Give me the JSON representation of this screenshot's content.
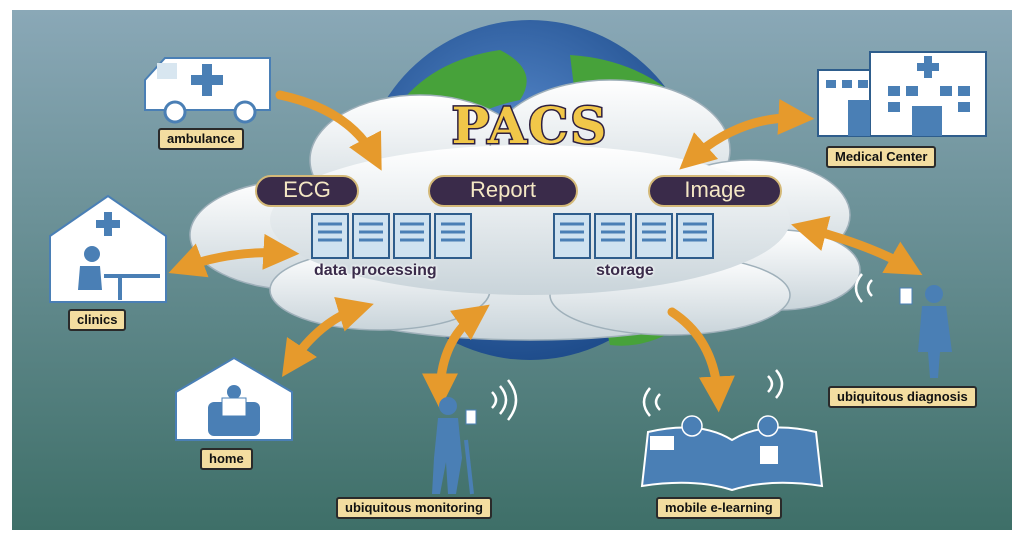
{
  "title": "PACS",
  "modules": {
    "ecg": "ECG",
    "report": "Report",
    "image": "Image"
  },
  "cloud_labels": {
    "data_processing": "data processing",
    "storage": "storage"
  },
  "nodes": {
    "ambulance": "ambulance",
    "medical_center": "Medical Center",
    "clinics": "clinics",
    "home": "home",
    "ubiquitous_monitoring": "ubiquitous monitoring",
    "mobile_elearning": "mobile e-learning",
    "ubiquitous_diagnosis": "ubiquitous diagnosis"
  },
  "colors": {
    "background_top": "#8aa8b7",
    "background_bottom": "#3e6f68",
    "figure_blue": "#4a7fb5",
    "arrow_orange": "#e69a2c",
    "globe_green": "#47a23a",
    "label_fill": "#f3dda0",
    "pill_fill": "#3a2b4a"
  }
}
